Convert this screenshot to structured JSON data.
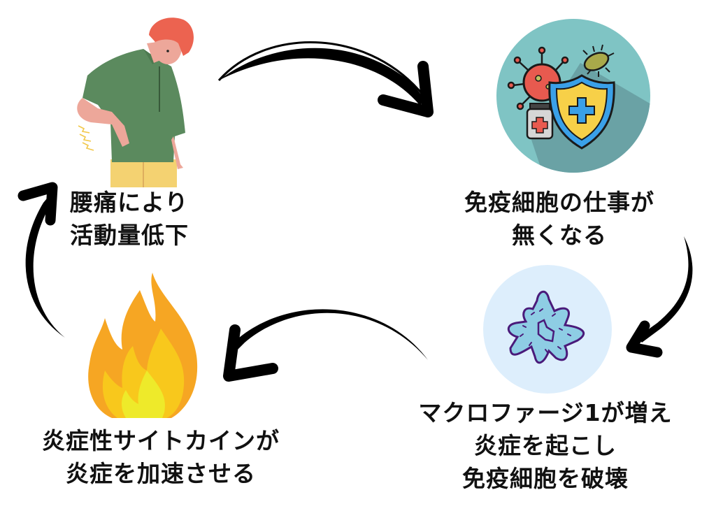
{
  "diagram": {
    "title": "腰痛と炎症の悪循環",
    "type": "cycle",
    "nodes": [
      {
        "id": "back-pain",
        "icon": "person-back-pain-icon",
        "lines": [
          "腰痛により",
          "活動量低下"
        ]
      },
      {
        "id": "immune-idle",
        "icon": "immune-shield-virus-icon",
        "lines": [
          "免疫細胞の仕事が",
          "無くなる"
        ]
      },
      {
        "id": "macrophage",
        "icon": "macrophage-cell-icon",
        "lines": [
          "マクロファージ1が増え",
          "炎症を起こし",
          "免疫細胞を破壊"
        ]
      },
      {
        "id": "cytokine",
        "icon": "fire-icon",
        "lines": [
          "炎症性サイトカインが",
          "炎症を加速させる"
        ]
      }
    ],
    "edges": [
      {
        "from": "back-pain",
        "to": "immune-idle"
      },
      {
        "from": "immune-idle",
        "to": "macrophage"
      },
      {
        "from": "macrophage",
        "to": "cytokine"
      },
      {
        "from": "cytokine",
        "to": "back-pain"
      }
    ],
    "colors": {
      "arrow": "#000000",
      "text": "#111111",
      "immune_circle": "#7fc4c4",
      "immune_shadow": "#6aa2a5",
      "macrophage_circle": "#ddeefc",
      "macrophage_fill": "#8ecde4",
      "macrophage_stroke": "#4a1a7a",
      "flame_outer": "#f6a623",
      "flame_mid": "#f8c81c",
      "flame_inner": "#eeea2a",
      "shirt": "#5b8a5e",
      "hair": "#ec6350",
      "skin": "#eda79a",
      "pants": "#f4d271"
    }
  }
}
